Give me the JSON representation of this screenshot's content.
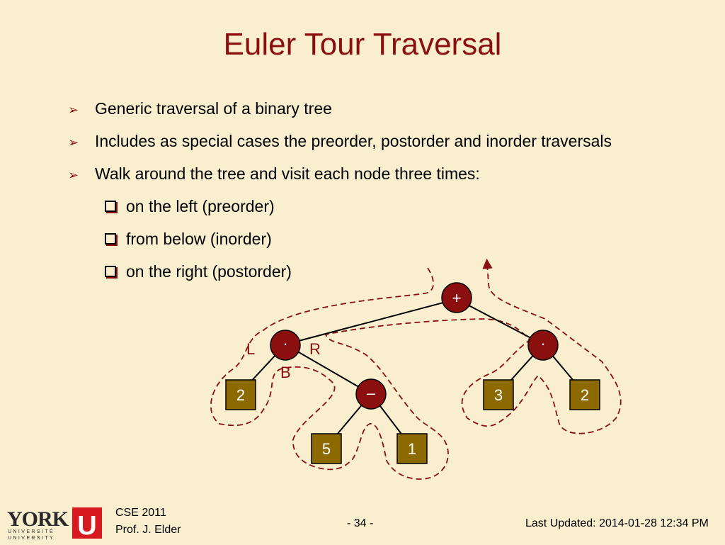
{
  "slide": {
    "title": "Euler Tour Traversal",
    "bullets": [
      {
        "text": "Generic traversal of a binary tree"
      },
      {
        "text": "Includes as special cases the preorder, postorder and inorder traversals"
      },
      {
        "text": "Walk around the tree and visit each node three times:"
      }
    ],
    "sub_bullets": [
      {
        "text": "on the left (preorder)"
      },
      {
        "text": "from below (inorder)"
      },
      {
        "text": "on the right (postorder)"
      }
    ]
  },
  "tree": {
    "nodes": {
      "root": "+",
      "left_op": "·",
      "right_op": "·",
      "minus": "–",
      "leaf_2a": "2",
      "leaf_5": "5",
      "leaf_1": "1",
      "leaf_3": "3",
      "leaf_2b": "2"
    },
    "visit_labels": {
      "left": "L",
      "right": "R",
      "below": "B"
    }
  },
  "footer": {
    "logo_text": "YORK",
    "logo_sub1": "UNIVERSITÉ",
    "logo_sub2": "UNIVERSITY",
    "logo_mark": "U",
    "course": "CSE 2011",
    "professor": "Prof. J. Elder",
    "page": "- 34 -",
    "last_updated": "Last Updated:  2014-01-28 12:34 PM"
  },
  "colors": {
    "accent": "#8b0f0f",
    "leaf_fill": "#8c6a00",
    "background": "#f9efcf"
  }
}
